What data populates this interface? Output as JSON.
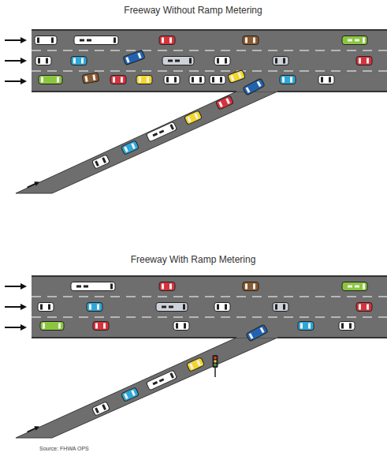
{
  "diagram": {
    "caption": "Source: FHWA OPS",
    "labels": [
      "Freeway Without Ramp Metering",
      "Freeway With Ramp Metering"
    ]
  }
}
